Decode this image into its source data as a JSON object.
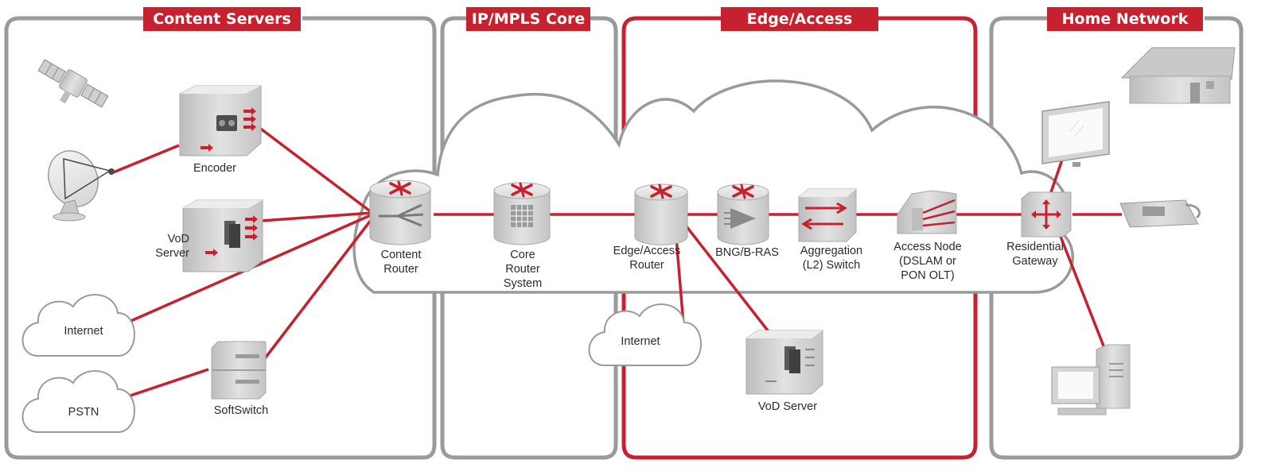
{
  "regions": {
    "content_servers": "Content Servers",
    "ip_mpls_core": "IP/MPLS Core",
    "edge_access": "Edge/Access",
    "home_network": "Home Network"
  },
  "nodes": {
    "encoder": "Encoder",
    "vod_server_left": "VoD\nServer",
    "internet_left": "Internet",
    "pstn": "PSTN",
    "softswitch": "SoftSwitch",
    "content_router": "Content\nRouter",
    "core_router_system": "Core\nRouter\nSystem",
    "edge_access_router": "Edge/Access\nRouter",
    "bng_bras": "BNG/B-RAS",
    "aggregation_switch": "Aggregation\n(L2) Switch",
    "access_node": "Access Node\n(DSLAM or\nPON OLT)",
    "residential_gateway": "Residential\nGateway",
    "internet_edge": "Internet",
    "vod_server_edge": "VoD Server"
  },
  "icons": [
    "satellite-icon",
    "satellite-dish-icon",
    "encoder-icon",
    "server-icon",
    "cloud-icon",
    "softswitch-icon",
    "router-icon",
    "switch-icon",
    "access-node-icon",
    "gateway-icon",
    "house-icon",
    "tv-icon",
    "phone-icon",
    "computer-icon"
  ],
  "colors": {
    "accent": "#c7202e",
    "panel_border": "#9a9a9a",
    "device_gray": "#d4d4d4"
  }
}
